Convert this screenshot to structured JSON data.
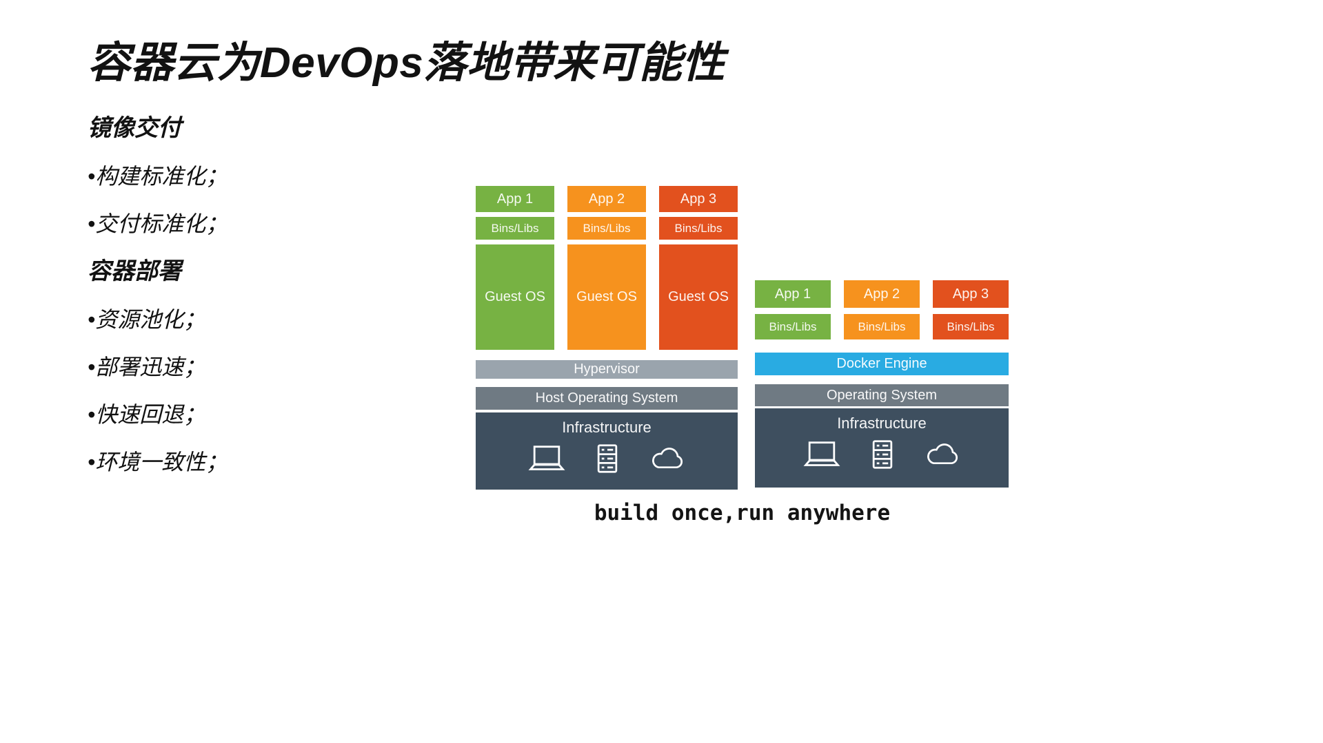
{
  "slide": {
    "title": "容器云为DevOps落地带来可能性",
    "sections": [
      {
        "heading": "镜像交付",
        "bullets": [
          "•构建标准化；",
          "•交付标准化；"
        ]
      },
      {
        "heading": "容器部署",
        "bullets": [
          "•资源池化；",
          "•部署迅速；",
          "•快速回退；",
          "•环境一致性；"
        ]
      }
    ],
    "caption": "build once,run anywhere"
  },
  "vm_stack": {
    "columns": [
      {
        "app": "App 1",
        "bins": "Bins/Libs",
        "os": "Guest OS",
        "color": "#77b243"
      },
      {
        "app": "App 2",
        "bins": "Bins/Libs",
        "os": "Guest OS",
        "color": "#f6921e"
      },
      {
        "app": "App 3",
        "bins": "Bins/Libs",
        "os": "Guest OS",
        "color": "#e2511e"
      }
    ],
    "hypervisor_label": "Hypervisor",
    "host_os_label": "Host Operating System",
    "infrastructure_label": "Infrastructure"
  },
  "container_stack": {
    "columns": [
      {
        "app": "App 1",
        "bins": "Bins/Libs",
        "color": "#77b243"
      },
      {
        "app": "App 2",
        "bins": "Bins/Libs",
        "color": "#f6921e"
      },
      {
        "app": "App 3",
        "bins": "Bins/Libs",
        "color": "#e2511e"
      }
    ],
    "engine_label": "Docker Engine",
    "os_label": "Operating System",
    "infrastructure_label": "Infrastructure"
  },
  "colors": {
    "hypervisor": "#9aa4ad",
    "os_bar": "#6f7a83",
    "infrastructure": "#3e4f5f",
    "docker_engine": "#29abe2",
    "app_green": "#77b243",
    "app_orange": "#f6921e",
    "app_red": "#e2511e"
  },
  "infrastructure_icons": [
    "laptop-icon",
    "server-rack-icon",
    "cloud-icon"
  ]
}
